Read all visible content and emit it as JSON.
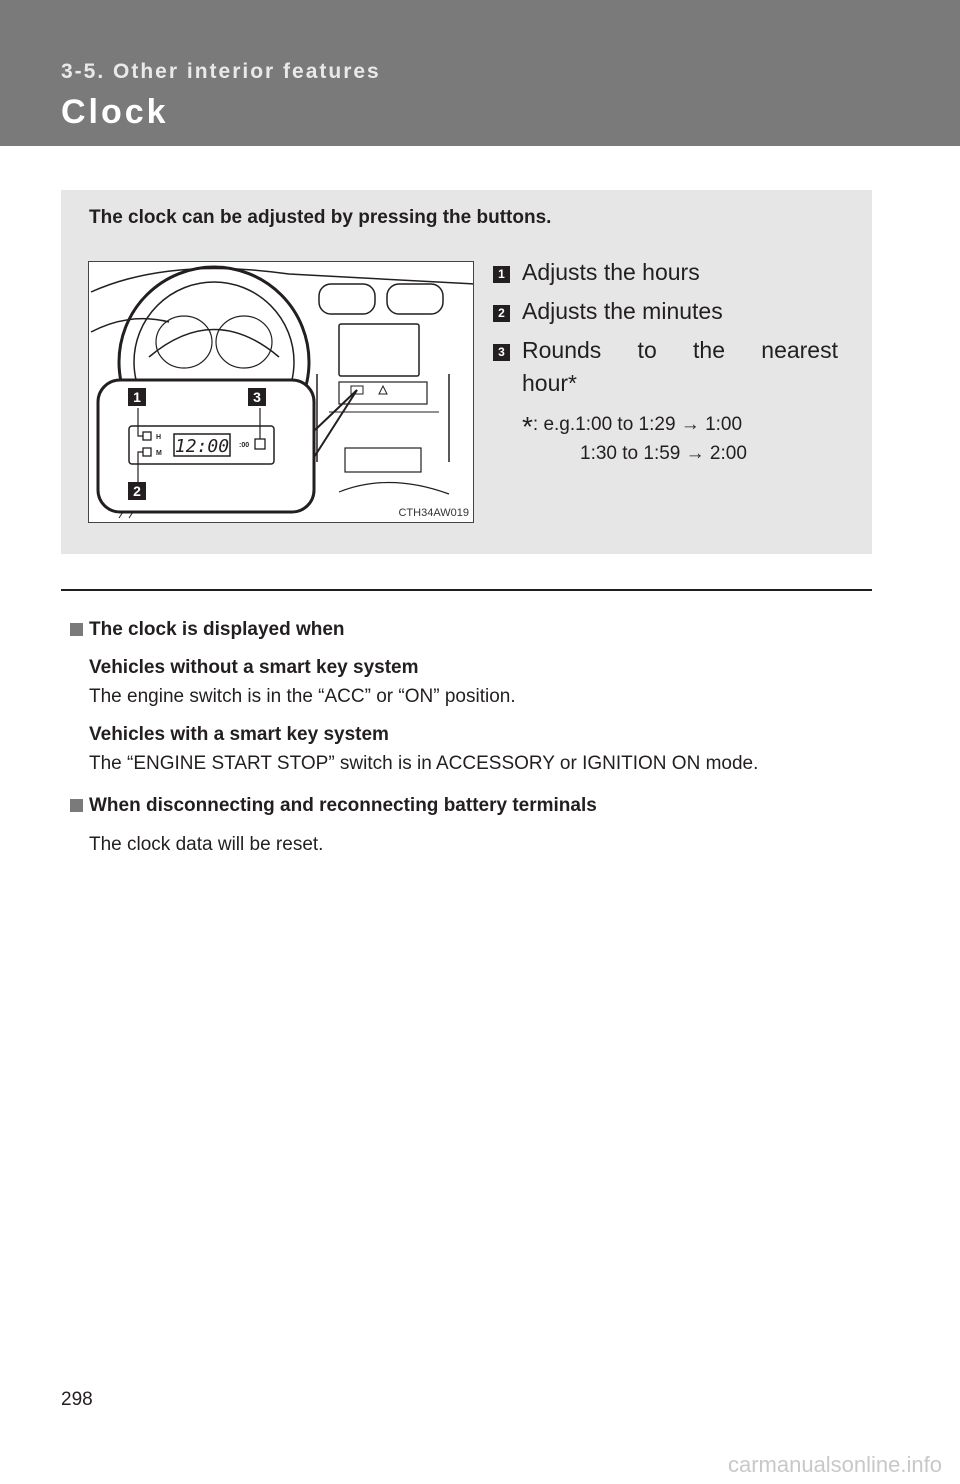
{
  "header": {
    "section": "3-5. Other interior features",
    "title": "Clock"
  },
  "info_box": {
    "intro": "The clock can be adjusted by pressing the buttons.",
    "figure": {
      "code": "CTH34AW019",
      "callouts": [
        "1",
        "2",
        "3"
      ],
      "display_time": "12:00",
      "button_labels": [
        "H",
        "M",
        ":00"
      ]
    },
    "legend": [
      {
        "num": "1",
        "text": "Adjusts the hours"
      },
      {
        "num": "2",
        "text": "Adjusts the minutes"
      },
      {
        "num": "3",
        "text_line1": "Rounds to the nearest",
        "text_line2": "hour"
      }
    ],
    "footnote": {
      "marker": "*",
      "line1": ": e.g.1:00 to 1:29 → 1:00",
      "line2": "1:30 to 1:59 → 2:00"
    }
  },
  "sections": [
    {
      "heading": "The clock is displayed when",
      "sub1": "Vehicles without a smart key system",
      "text1": "The engine switch is in the “ACC” or “ON” position.",
      "sub2": "Vehicles with a smart key system",
      "text2": "The “ENGINE START STOP” switch is in ACCESSORY or IGNITION ON mode."
    },
    {
      "heading": "When disconnecting and reconnecting battery terminals",
      "text": "The clock data will be reset."
    }
  ],
  "page_number": "298",
  "watermark": "carmanualsonline.info"
}
